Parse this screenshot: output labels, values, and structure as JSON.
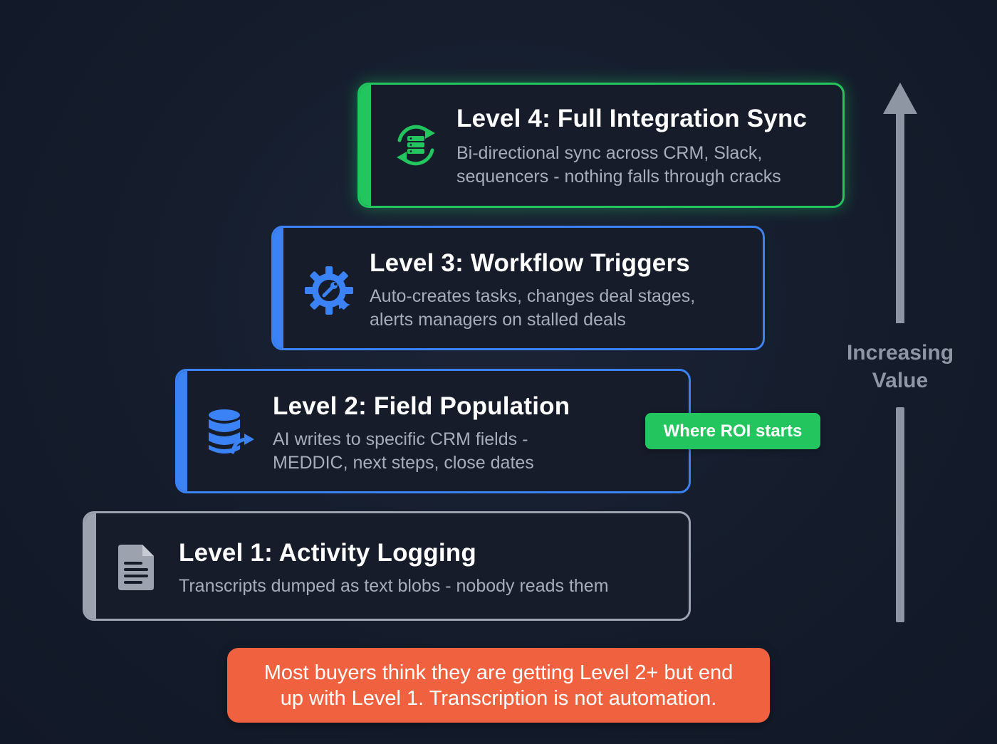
{
  "levels": [
    {
      "title": "Level 4: Full Integration Sync",
      "desc_line1": "Bi-directional sync across CRM, Slack,",
      "desc_line2": "sequencers - nothing falls through cracks",
      "icon": "sync-database-icon",
      "color": "#22c55e"
    },
    {
      "title": "Level 3: Workflow Triggers",
      "desc_line1": "Auto-creates tasks, changes deal stages,",
      "desc_line2": "alerts managers on stalled deals",
      "icon": "gear-wrench-icon",
      "color": "#3b82f6"
    },
    {
      "title": "Level 2: Field Population",
      "desc_line1": "AI writes to specific CRM fields -",
      "desc_line2": "MEDDIC, next steps, close dates",
      "icon": "database-write-icon",
      "color": "#3b82f6"
    },
    {
      "title": "Level 1: Activity Logging",
      "desc_line1": "Transcripts dumped as text blobs - nobody reads them",
      "icon": "document-icon",
      "color": "#9ca3af"
    }
  ],
  "roi_badge": "Where ROI starts",
  "value_axis": {
    "label_line1": "Increasing",
    "label_line2": "Value",
    "color": "#8e96a4"
  },
  "warning": {
    "line1": "Most buyers think they are getting Level 2+ but end",
    "line2": "up with Level 1. Transcription is not automation.",
    "color": "#f0613f"
  }
}
